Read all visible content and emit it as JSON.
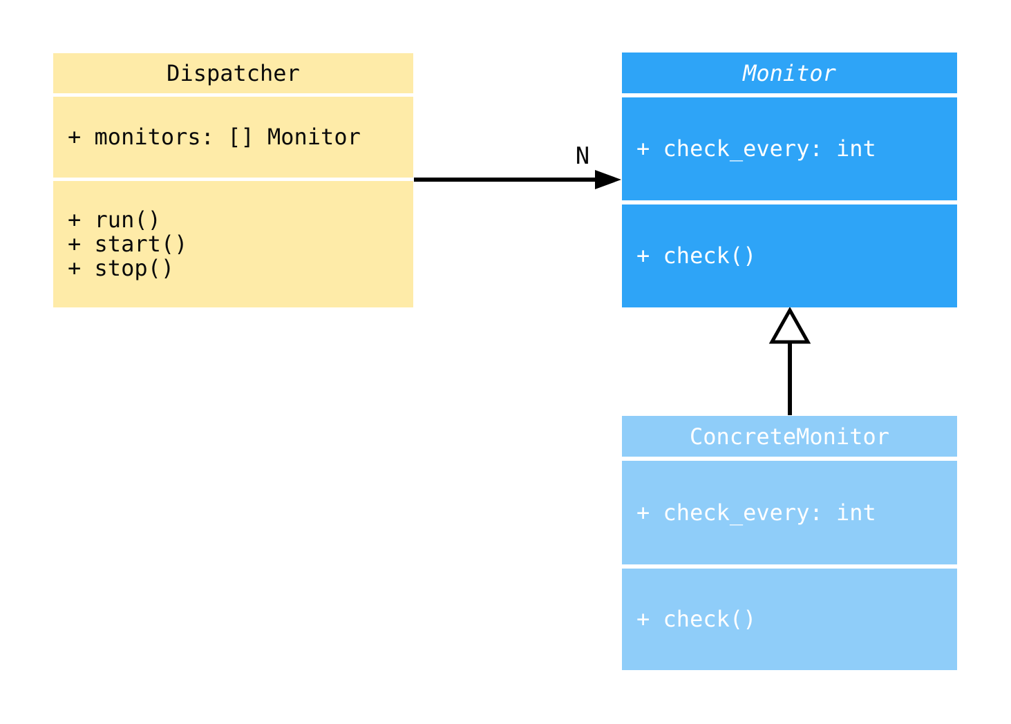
{
  "diagram": {
    "type": "uml-class-diagram",
    "classes": {
      "dispatcher": {
        "title": "Dispatcher",
        "attributes": [
          "+ monitors: [] Monitor"
        ],
        "methods": [
          "+ run()",
          "+ start()",
          "+ stop()"
        ],
        "fill": "#FEEBA8",
        "text_color": "#0a0a0a"
      },
      "monitor": {
        "title": "Monitor",
        "is_abstract": true,
        "attributes": [
          "+ check_every: int"
        ],
        "methods": [
          "+ check()"
        ],
        "fill": "#2EA4F7",
        "text_color": "#ffffff"
      },
      "concrete_monitor": {
        "title": "ConcreteMonitor",
        "attributes": [
          "+ check_every: int"
        ],
        "methods": [
          "+ check()"
        ],
        "fill": "#8FCDF9",
        "text_color": "#ffffff"
      }
    },
    "relationships": {
      "association": {
        "from": "Dispatcher",
        "to": "Monitor",
        "label": "N"
      },
      "inheritance": {
        "from": "ConcreteMonitor",
        "to": "Monitor"
      }
    }
  }
}
